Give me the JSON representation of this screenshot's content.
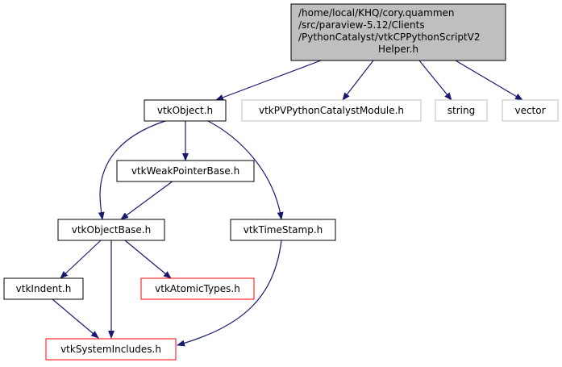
{
  "colors": {
    "edge": "#191970",
    "root_fill": "#bfbfbf",
    "border_default": "#000000",
    "border_gray": "#bfbfbf",
    "border_red": "#ff0000"
  },
  "nodes": {
    "root": {
      "lines": [
        "/home/local/KHQ/cory.quammen",
        "/src/paraview-5.12/Clients",
        "/PythonCatalyst/vtkCPPythonScriptV2",
        "Helper.h"
      ]
    },
    "vtkObject": {
      "label": "vtkObject.h"
    },
    "vtkPVPythonCatalystModule": {
      "label": "vtkPVPythonCatalystModule.h"
    },
    "string": {
      "label": "string"
    },
    "vector": {
      "label": "vector"
    },
    "vtkWeakPointerBase": {
      "label": "vtkWeakPointerBase.h"
    },
    "vtkObjectBase": {
      "label": "vtkObjectBase.h"
    },
    "vtkTimeStamp": {
      "label": "vtkTimeStamp.h"
    },
    "vtkIndent": {
      "label": "vtkIndent.h"
    },
    "vtkAtomicTypes": {
      "label": "vtkAtomicTypes.h"
    },
    "vtkSystemIncludes": {
      "label": "vtkSystemIncludes.h"
    }
  },
  "edges": [
    {
      "from": "root",
      "to": "vtkObject"
    },
    {
      "from": "root",
      "to": "vtkPVPythonCatalystModule"
    },
    {
      "from": "root",
      "to": "string"
    },
    {
      "from": "root",
      "to": "vector"
    },
    {
      "from": "vtkObject",
      "to": "vtkWeakPointerBase"
    },
    {
      "from": "vtkObject",
      "to": "vtkObjectBase"
    },
    {
      "from": "vtkObject",
      "to": "vtkTimeStamp"
    },
    {
      "from": "vtkWeakPointerBase",
      "to": "vtkObjectBase"
    },
    {
      "from": "vtkObjectBase",
      "to": "vtkIndent"
    },
    {
      "from": "vtkObjectBase",
      "to": "vtkAtomicTypes"
    },
    {
      "from": "vtkObjectBase",
      "to": "vtkSystemIncludes"
    },
    {
      "from": "vtkIndent",
      "to": "vtkSystemIncludes"
    },
    {
      "from": "vtkTimeStamp",
      "to": "vtkSystemIncludes"
    }
  ]
}
